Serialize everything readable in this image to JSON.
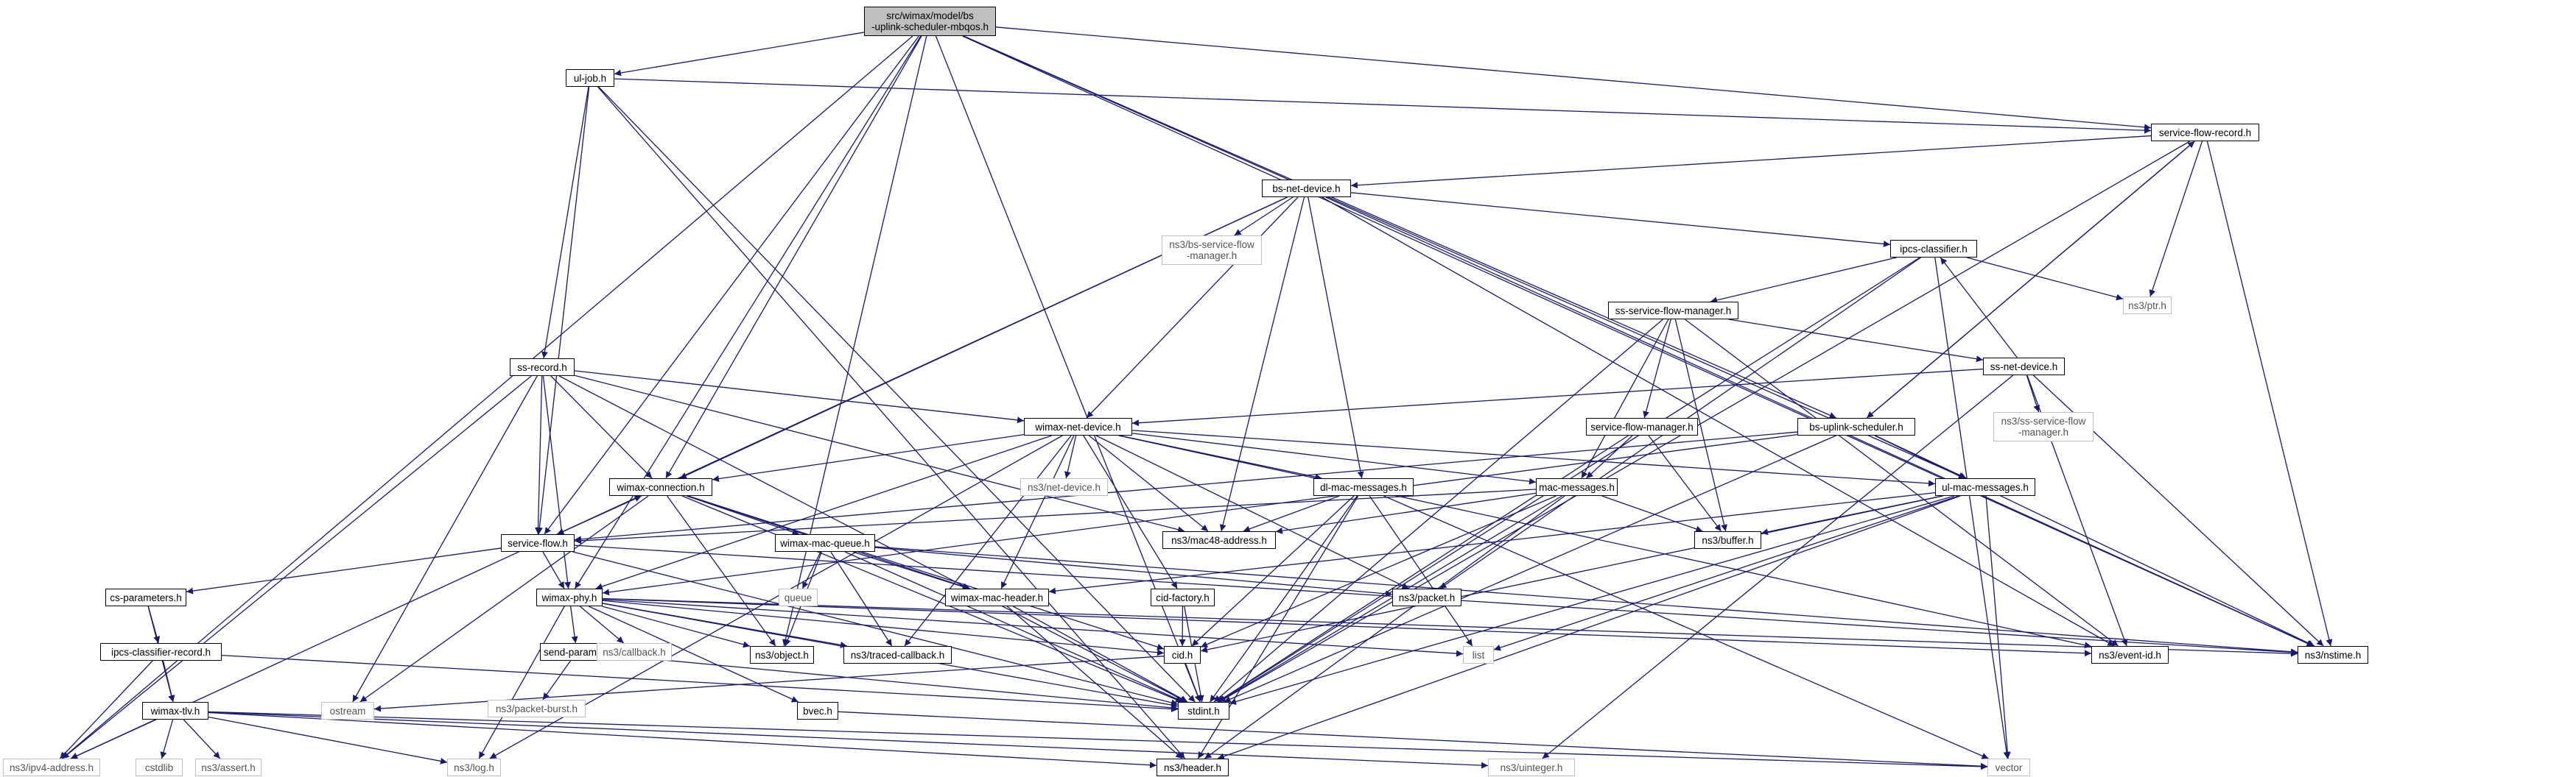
{
  "colors": {
    "edge": "#191970",
    "node_border": "#000000",
    "ext_border": "#bfbfbf",
    "root_fill": "#bfbfbf"
  },
  "nodes": {
    "root": "src/wimax/model/bs\n-uplink-scheduler-mbqos.h",
    "ul_job": "ul-job.h",
    "service_flow_record": "service-flow-record.h",
    "bs_net_device": "bs-net-device.h",
    "bs_service_flow_manager": "ns3/bs-service-flow\n-manager.h",
    "ipcs_classifier": "ipcs-classifier.h",
    "ns3_ptr": "ns3/ptr.h",
    "ss_service_flow_manager": "ss-service-flow-manager.h",
    "ss_net_device": "ss-net-device.h",
    "ns3_ss_service_flow_manager": "ns3/ss-service-flow\n-manager.h",
    "ss_record": "ss-record.h",
    "wimax_net_device": "wimax-net-device.h",
    "service_flow_manager": "service-flow-manager.h",
    "bs_uplink_scheduler": "bs-uplink-scheduler.h",
    "wimax_connection": "wimax-connection.h",
    "ns3_net_device": "ns3/net-device.h",
    "dl_mac_messages": "dl-mac-messages.h",
    "mac_messages": "mac-messages.h",
    "ul_mac_messages": "ul-mac-messages.h",
    "service_flow": "service-flow.h",
    "wimax_mac_queue": "wimax-mac-queue.h",
    "ns3_mac48_address": "ns3/mac48-address.h",
    "ns3_buffer": "ns3/buffer.h",
    "cs_parameters": "cs-parameters.h",
    "queue": "queue",
    "wimax_mac_header": "wimax-mac-header.h",
    "cid_factory": "cid-factory.h",
    "ns3_packet": "ns3/packet.h",
    "wimax_phy": "wimax-phy.h",
    "ipcs_classifier_record": "ipcs-classifier-record.h",
    "send_params": "send-params.h",
    "ns3_callback": "ns3/callback.h",
    "ns3_object": "ns3/object.h",
    "ns3_traced_callback": "ns3/traced-callback.h",
    "cid": "cid.h",
    "list": "list",
    "ns3_event_id": "ns3/event-id.h",
    "ns3_nstime": "ns3/nstime.h",
    "wimax_tlv": "wimax-tlv.h",
    "ns3_packet_burst": "ns3/packet-burst.h",
    "bvec": "bvec.h",
    "ostream": "ostream",
    "stdint": "stdint.h",
    "ns3_ipv4_address": "ns3/ipv4-address.h",
    "cstdlib": "cstdlib",
    "ns3_assert": "ns3/assert.h",
    "ns3_log": "ns3/log.h",
    "ns3_header": "ns3/header.h",
    "ns3_uinteger": "ns3/uinteger.h",
    "vector": "vector"
  }
}
